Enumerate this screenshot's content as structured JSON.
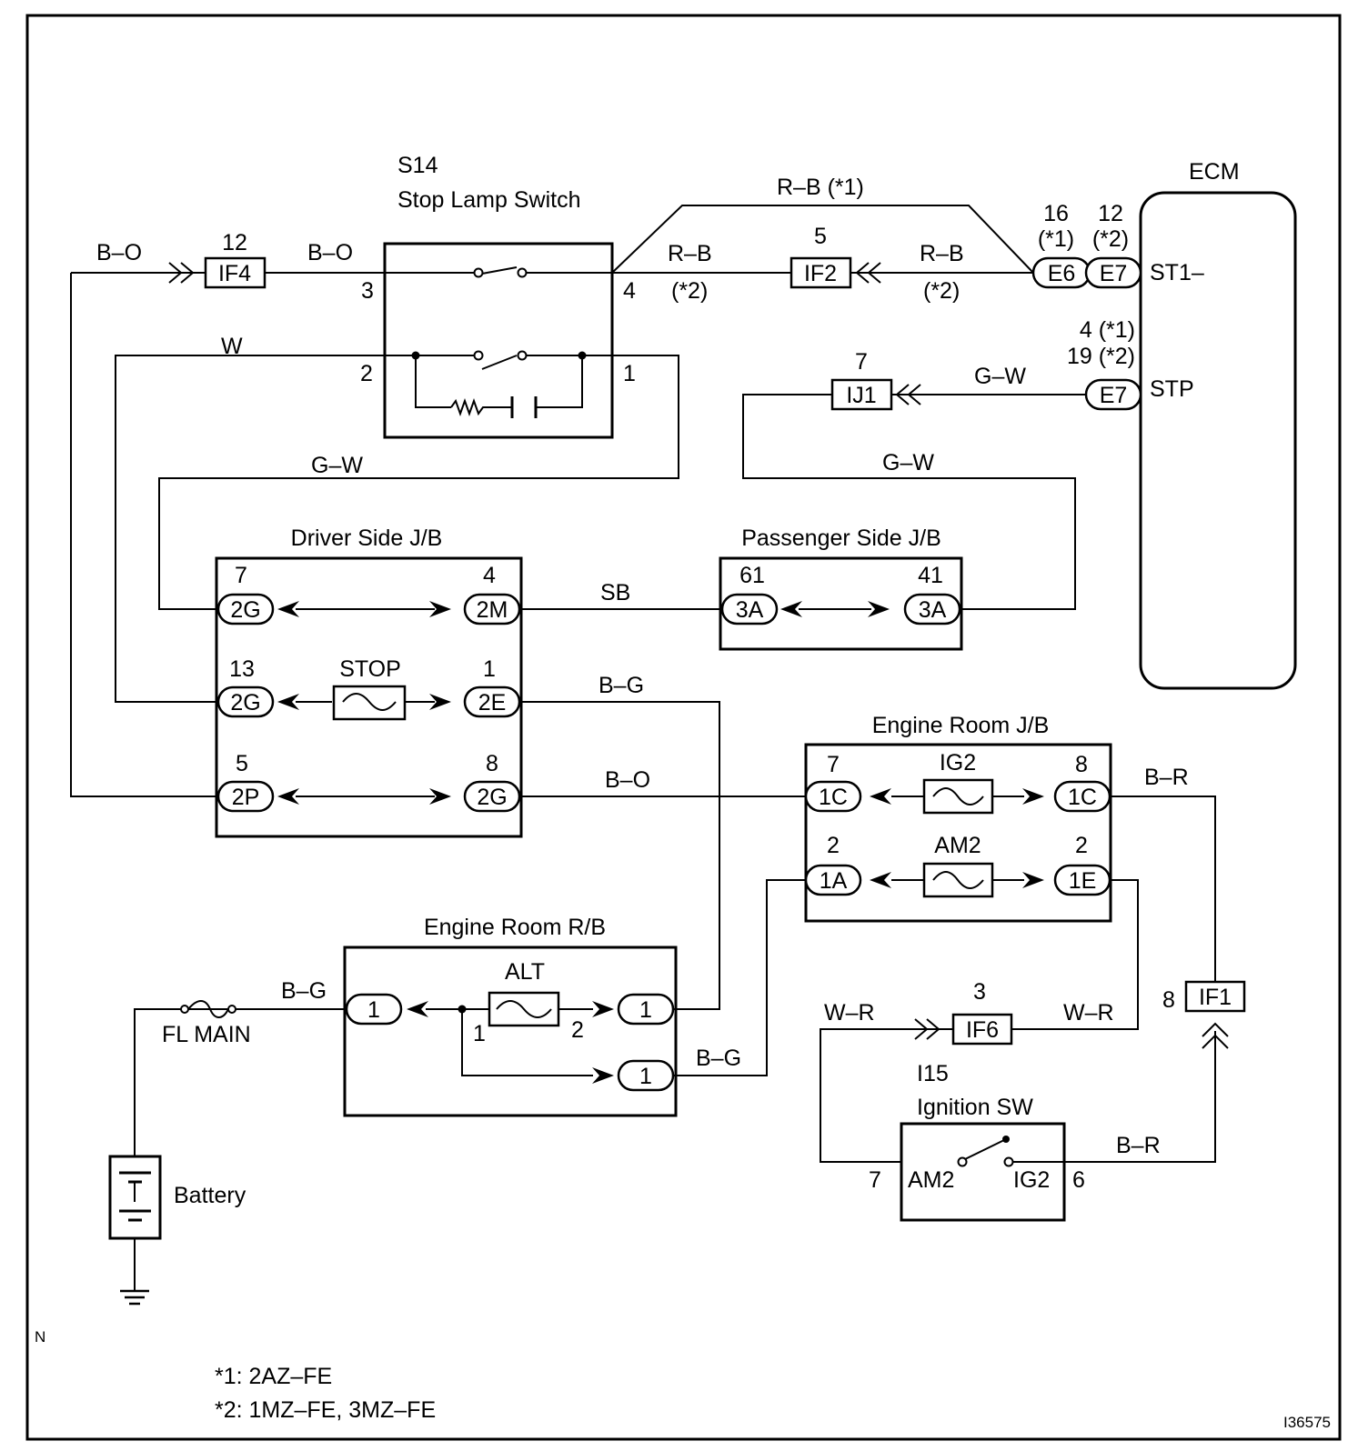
{
  "stop_switch": {
    "id": "S14",
    "name": "Stop Lamp Switch",
    "pins": [
      "3",
      "4",
      "2",
      "1"
    ]
  },
  "ecm": {
    "name": "ECM",
    "terminal_st1": "ST1–",
    "terminal_stp": "STP"
  },
  "connectors": {
    "if4": {
      "label": "IF4",
      "pin": "12"
    },
    "if2": {
      "label": "IF2",
      "pin": "5"
    },
    "ij1": {
      "label": "IJ1",
      "pin": "7"
    },
    "if6": {
      "label": "IF6",
      "pin": "3"
    },
    "if1": {
      "label": "IF1",
      "pin": "8"
    }
  },
  "ecm_connectors": {
    "e6": {
      "label": "E6",
      "pin": "16",
      "note": "(*1)"
    },
    "e7_st1": {
      "label": "E7",
      "pin": "12",
      "note": "(*2)"
    },
    "e7_stp": {
      "label": "E7",
      "pin_line1": "4 (*1)",
      "pin_line2": "19 (*2)"
    }
  },
  "wires": {
    "bo_in": "B–O",
    "bo_switch": "B–O",
    "rb_top": "R–B (*1)",
    "rb_left": "R–B",
    "rb_left_note": "(*2)",
    "rb_right": "R–B",
    "rb_right_note": "(*2)",
    "w": "W",
    "gw_ecm": "G–W",
    "gw_left": "G–W",
    "gw_right": "G–W",
    "sb": "SB",
    "bg_top": "B–G",
    "bo_mid": "B–O",
    "br_top": "B–R",
    "bg_battery": "B–G",
    "bg_rb": "B–G",
    "wr_left": "W–R",
    "wr_right": "W–R",
    "br_ig": "B–R"
  },
  "driver_jb": {
    "name": "Driver Side J/B",
    "row1": {
      "left_label": "2G",
      "left_pin": "7",
      "right_label": "2M",
      "right_pin": "4"
    },
    "row2": {
      "left_label": "2G",
      "left_pin": "13",
      "fuse": "STOP",
      "right_label": "2E",
      "right_pin": "1"
    },
    "row3": {
      "left_label": "2P",
      "left_pin": "5",
      "right_label": "2G",
      "right_pin": "8"
    }
  },
  "passenger_jb": {
    "name": "Passenger Side J/B",
    "left_label": "3A",
    "left_pin": "61",
    "right_label": "3A",
    "right_pin": "41"
  },
  "engine_jb": {
    "name": "Engine Room J/B",
    "row1": {
      "left_label": "1C",
      "left_pin": "7",
      "fuse": "IG2",
      "right_label": "1C",
      "right_pin": "8"
    },
    "row2": {
      "left_label": "1A",
      "left_pin": "2",
      "fuse": "AM2",
      "right_label": "1E",
      "right_pin": "2"
    }
  },
  "engine_rb": {
    "name": "Engine Room R/B",
    "fuse": "ALT",
    "fuse_pin_left": "1",
    "fuse_pin_right": "2",
    "in_label": "1",
    "out_top_label": "1",
    "out_bottom_label": "1"
  },
  "fl_main": "FL MAIN",
  "battery": "Battery",
  "ignition": {
    "id": "I15",
    "name": "Ignition SW",
    "term_left": "AM2",
    "term_right": "IG2",
    "pin_left": "7",
    "pin_right": "6"
  },
  "notes": {
    "n1": "*1: 2AZ–FE",
    "n2": "*2: 1MZ–FE, 3MZ–FE"
  },
  "corner_mark": "N",
  "figure_code": "I36575"
}
